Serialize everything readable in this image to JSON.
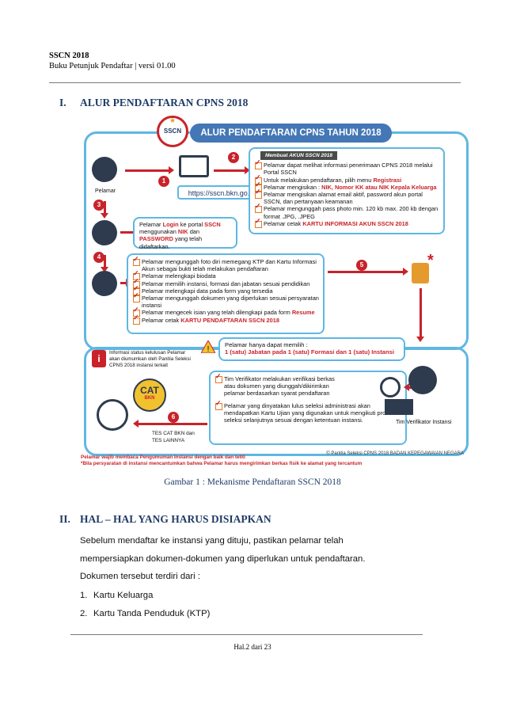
{
  "header": {
    "title": "SSCN 2018",
    "subtitle": "Buku Petunjuk Pendaftar | versi 01.00"
  },
  "section1": {
    "num": "I.",
    "title": "ALUR PENDAFTARAN CPNS 2018"
  },
  "diagram": {
    "banner": "ALUR PENDAFTARAN CPNS TAHUN 2018",
    "logo_text": "SSCN",
    "pelamar_label": "Pelamar",
    "url": "https://sscn.bkn.go.id",
    "box2_header": "Membuat AKUN SSCN 2018",
    "box2_items": [
      {
        "pre": "Pelamar dapat melihat informasi penerimaan CPNS 2018 melalui Portal SSCN",
        "red": "",
        "post": ""
      },
      {
        "pre": "Untuk melakukan pendaftaran, pilih menu ",
        "red": "Registrasi",
        "post": ""
      },
      {
        "pre": "Pelamar mengisikan : ",
        "red": "NIK, Nomor KK atau NIK Kepala Keluarga",
        "post": ""
      },
      {
        "pre": "Pelamar mengisikan alamat email aktif, password akun portal SSCN, dan pertanyaan keamanan",
        "red": "",
        "post": ""
      },
      {
        "pre": "Pelamar mengunggah pass photo min. 120 kb max. 200 kb dengan format .JPG, .JPEG",
        "red": "",
        "post": ""
      },
      {
        "pre": "Pelamar cetak ",
        "red": "KARTU INFORMASI AKUN SSCN 2018",
        "post": ""
      }
    ],
    "box3": {
      "p1": "Pelamar ",
      "r1": "Login",
      "p2": " ke portal ",
      "r2": "SSCN",
      "p3": " menggunakan ",
      "r3": "NIK",
      "p4": " dan ",
      "r4": "PASSWORD",
      "p5": " yang telah didaftarkan."
    },
    "box4_items": [
      {
        "pre": "Pelamar mengunggah foto diri memegang KTP dan Kartu Informasi Akun sebagai bukti telah melakukan pendaftaran",
        "red": ""
      },
      {
        "pre": "Pelamar melengkapi biodata",
        "red": ""
      },
      {
        "pre": "Pelamar memilih instansi, formasi dan jabatan sesuai pendidikan",
        "red": ""
      },
      {
        "pre": "Pelamar melengkapi data pada form yang tersedia",
        "red": ""
      },
      {
        "pre": "Pelamar mengunggah dokumen yang diperlukan sesuai persyaratan instansi",
        "red": ""
      },
      {
        "pre": "Pelamar mengecek isian yang telah dilengkapi pada form ",
        "red": "Resume"
      },
      {
        "pre": "Pelamar cetak ",
        "red": "KARTU PENDAFTARAN SSCN 2018"
      }
    ],
    "warning": {
      "line1": "Pelamar hanya dapat memilih :",
      "line2": "1 (satu)  Jabatan pada 1 (satu) Formasi dan 1 (satu) Instansi"
    },
    "info_text": "Informasi status kelulusan Pelamar akan diumumkan oleh Panitia Seleksi CPNS 2018 instansi terkait",
    "verif_items": [
      "Tim Verifikator melakukan verifikasi berkas atau dokumen yang diunggah/dikirimkan pelamar berdasarkan syarat pendaftaran",
      "Pelamar yang dinyatakan lulus seleksi administrasi akan mendapatkan Kartu Ujian yang digunakan untuk mengikuti proses seleksi selanjutnya sesuai dengan ketentuan instansi."
    ],
    "verif_label": "Tim Verifikator Instansi",
    "cat_label": "CAT",
    "bkn_label": "BKN",
    "tes_label": "TES CAT BKN dan TES LAINNYA",
    "badges": [
      "1",
      "2",
      "3",
      "4",
      "5",
      "6"
    ],
    "note1": "Pelamar wajib membaca Pengumuman Instansi dengan baik dan teliti",
    "note2": "*Bila persyaratan di instansi mencantumkan bahwa Pelamar harus mengirimkan berkas fisik ke alamat yang tercantum",
    "copyright": "© Panitia Seleksi CPNS 2018 BADAN KEPEGAWAIAN NEGARA",
    "colors": {
      "frame": "#5fb7e3",
      "banner": "#4477b5",
      "accent": "#c8232a"
    }
  },
  "caption": "Gambar 1 : Mekanisme Pendaftaran SSCN 2018",
  "section2": {
    "num": "II.",
    "title": "HAL – HAL YANG HARUS DISIAPKAN"
  },
  "paragraph": [
    "Sebelum mendaftar ke instansi yang dituju, pastikan pelamar telah",
    "mempersiapkan dokumen-dokumen yang diperlukan untuk pendaftaran.",
    "Dokumen tersebut terdiri dari :"
  ],
  "list": [
    {
      "n": "1.",
      "text": "Kartu Keluarga"
    },
    {
      "n": "2.",
      "text": "Kartu Tanda Penduduk (KTP)"
    }
  ],
  "footer": "Hal.2 dari 23"
}
